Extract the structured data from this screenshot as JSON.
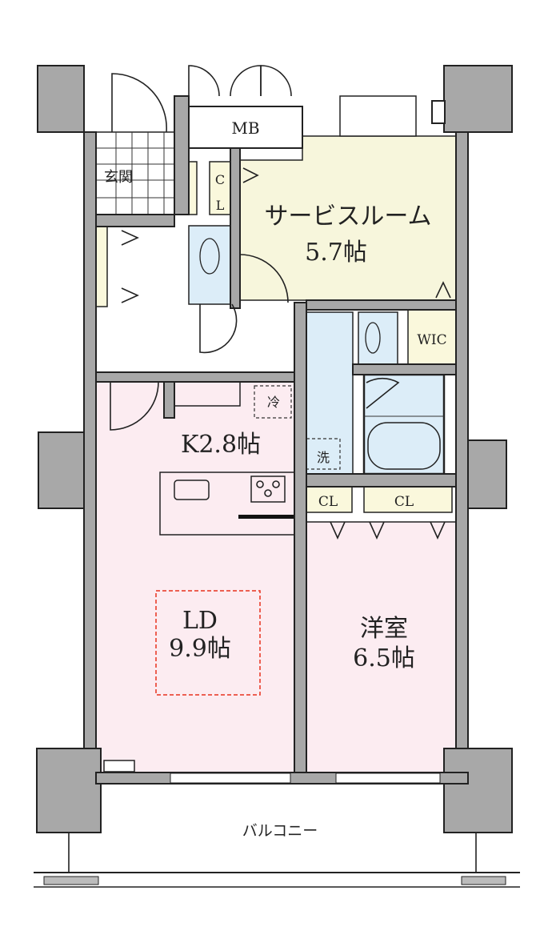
{
  "floorplan": {
    "rooms": {
      "entrance": "玄関",
      "meter_box": "MB",
      "service_room_name": "サービスルーム",
      "service_room_size": "5.7帖",
      "closet_small": "C",
      "closet_small_2": "L",
      "wic": "WIC",
      "kitchen": "K2.8帖",
      "fridge": "冷",
      "washer": "洗",
      "closet_1": "CL",
      "closet_2": "CL",
      "ld_name": "LD",
      "ld_size": "9.9帖",
      "western_name": "洋室",
      "western_size": "6.5帖",
      "balcony": "バルコニー"
    },
    "colors": {
      "wall": "#a8a8a8",
      "service_room": "#f7f6dc",
      "wet_area": "#dcedf8",
      "living": "#fcecf1",
      "closet": "#faf8dc",
      "ld_marker": "#e8321e"
    }
  }
}
